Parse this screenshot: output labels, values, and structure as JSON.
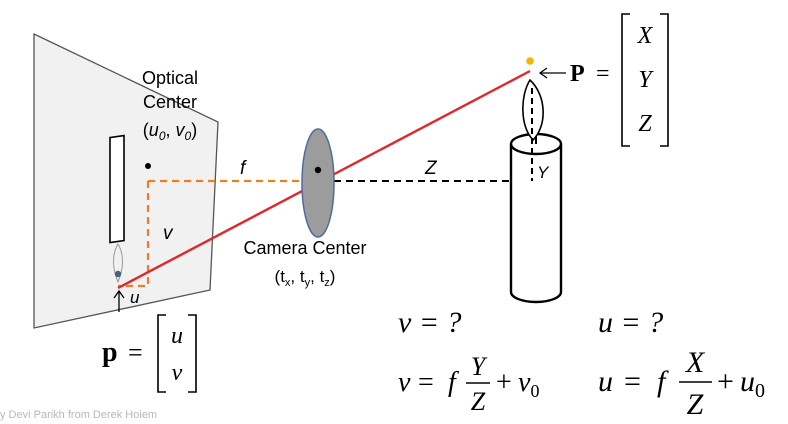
{
  "labels": {
    "optical_center_line1": "Optical",
    "optical_center_line2": "Center",
    "u0": "u",
    "u0_sub": "0",
    "v0": "v",
    "v0_sub": "0",
    "f": "f",
    "z_label": "Z",
    "y_label": "Y",
    "v_label": "v",
    "u_label": "u",
    "camera_center_line1": "Camera Center",
    "camera_center_tx": "t",
    "camera_center_ty": "t",
    "camera_center_tz": "t",
    "sub_x": "x",
    "sub_y": "y",
    "sub_z": "z"
  },
  "world_point": {
    "symbol": "P",
    "equals": "=",
    "components": [
      "X",
      "Y",
      "Z"
    ]
  },
  "image_point": {
    "symbol": "p",
    "equals": "=",
    "components": [
      "u",
      "v"
    ]
  },
  "equations": {
    "v_question": "v = ?",
    "u_question": "u = ?",
    "v_formula_lhs": "v",
    "u_formula_lhs": "u",
    "eq": "=",
    "f": "f",
    "v_num": "Y",
    "u_num": "X",
    "den": "Z",
    "plus": "+",
    "v0": "v",
    "u0": "u",
    "sub0": "0"
  },
  "credit": "y Devi Parikh from Derek Hoiem",
  "colors": {
    "ray": "#e3262a",
    "focal_dash": "#ef7d22",
    "lens_fill": "#9c9c9c",
    "lens_stroke": "#4e6d9c",
    "flame_dot": "#f5b400",
    "image_dot": "#4a5f7d"
  }
}
